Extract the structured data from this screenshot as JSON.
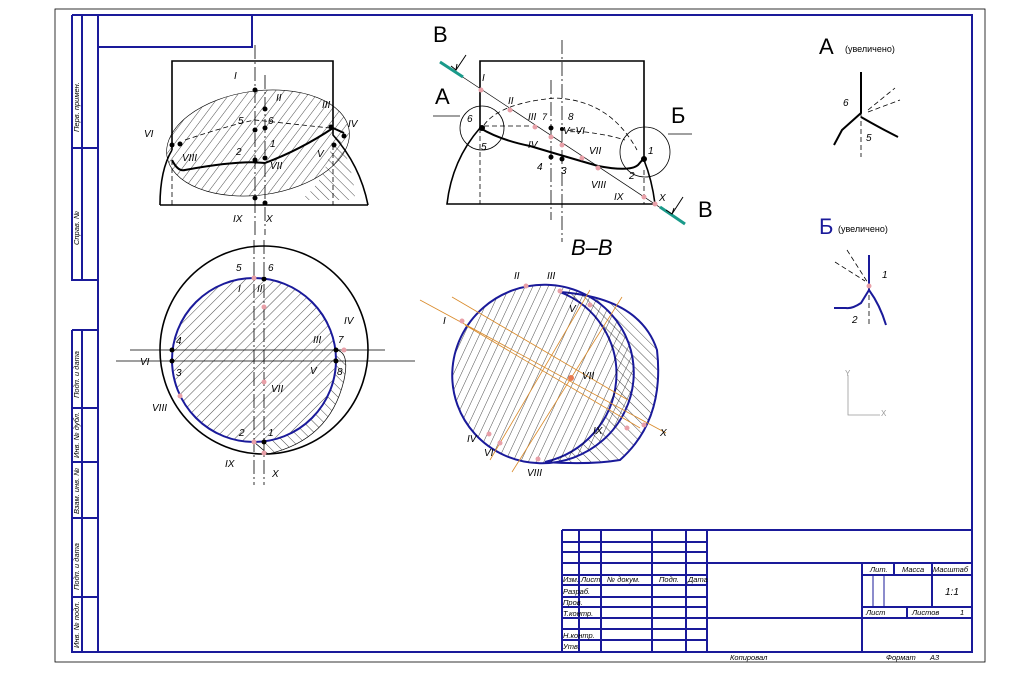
{
  "colors": {
    "frame": "#1a1a9a",
    "cut_line": "#1a9a8a",
    "construction": "#d98a2a",
    "points": "#e8a0a8"
  },
  "side_strip": [
    "Перв. примен.",
    "Справ. №",
    "Подп. и дата",
    "Инв. № дубл.",
    "Взам. инв. №",
    "Подп. и дата",
    "Инв. № подл."
  ],
  "front_view": {
    "labels": [
      "I",
      "II",
      "III",
      "IV",
      "VI",
      "VIII",
      "5",
      "6",
      "2",
      "1",
      "V",
      "VII",
      "IX",
      "X"
    ]
  },
  "section_view": {
    "cut_letter_start": "В",
    "cut_letter_end": "В",
    "detail_a": "А",
    "detail_b": "Б",
    "title": "В–В",
    "labels": [
      "I",
      "II",
      "III",
      "7",
      "8",
      "6",
      "5",
      "IV",
      "V=VI",
      "VII",
      "4",
      "3",
      "VIII",
      "IX",
      "X",
      "1",
      "2"
    ]
  },
  "detail_a": {
    "letter": "А",
    "note": "(увеличено)",
    "labels": [
      "6",
      "5"
    ]
  },
  "detail_b": {
    "letter": "Б",
    "note": "(увеличено)",
    "labels": [
      "1",
      "2"
    ]
  },
  "axis_icon": {
    "y": "Y",
    "x": "X"
  },
  "top_view": {
    "labels": [
      "5",
      "6",
      "I",
      "II",
      "IV",
      "III",
      "7",
      "VI",
      "3",
      "V",
      "8",
      "VII",
      "VIII",
      "2",
      "1",
      "IX",
      "X",
      "4"
    ]
  },
  "true_view": {
    "labels": [
      "II",
      "III",
      "I",
      "V",
      "VII",
      "IV",
      "VI",
      "VIII",
      "IX",
      "X"
    ]
  },
  "title_block": {
    "headers": [
      "Изм.",
      "Лист",
      "№ докум.",
      "Подп.",
      "Дата"
    ],
    "roles": [
      "Разраб.",
      "Пров.",
      "Т.контр.",
      "Н.контр.",
      "Утв."
    ],
    "lit": "Лит.",
    "mass": "Масса",
    "scale_label": "Масштаб",
    "scale": "1:1",
    "sheet": "Лист",
    "sheets": "Листов",
    "sheets_value": "1",
    "copied": "Копировал",
    "format_label": "Формат",
    "format": "А3"
  }
}
